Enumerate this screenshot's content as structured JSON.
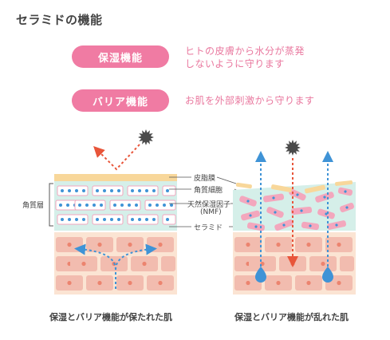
{
  "title": "セラミドの機能",
  "functions": [
    {
      "label": "保湿機能",
      "description_lines": [
        "ヒトの皮膚から水分が蒸発",
        "しないように守ります"
      ]
    },
    {
      "label": "バリア機能",
      "description_lines": [
        "お肌を外部刺激から守ります"
      ]
    }
  ],
  "diagram_labels": {
    "sebum_membrane": "皮脂膜",
    "corneocyte": "角質細胞",
    "nmf_line1": "天然保湿因子",
    "nmf_line2": "(NMF)",
    "ceramide": "セラミド",
    "stratum_corneum": "角質層"
  },
  "captions": {
    "healthy": "保湿とバリア機能が保たれた肌",
    "damaged": "保湿とバリア機能が乱れた肌"
  },
  "colors": {
    "accent_pink": "#f07ba3",
    "text_pink": "#e9779e",
    "sebum_yellow": "#f8d79a",
    "horny_layer_mint": "#d5efe9",
    "cell_pink": "#f2bcaf",
    "arrow_red": "#e8553a",
    "arrow_blue": "#3f93d6"
  }
}
